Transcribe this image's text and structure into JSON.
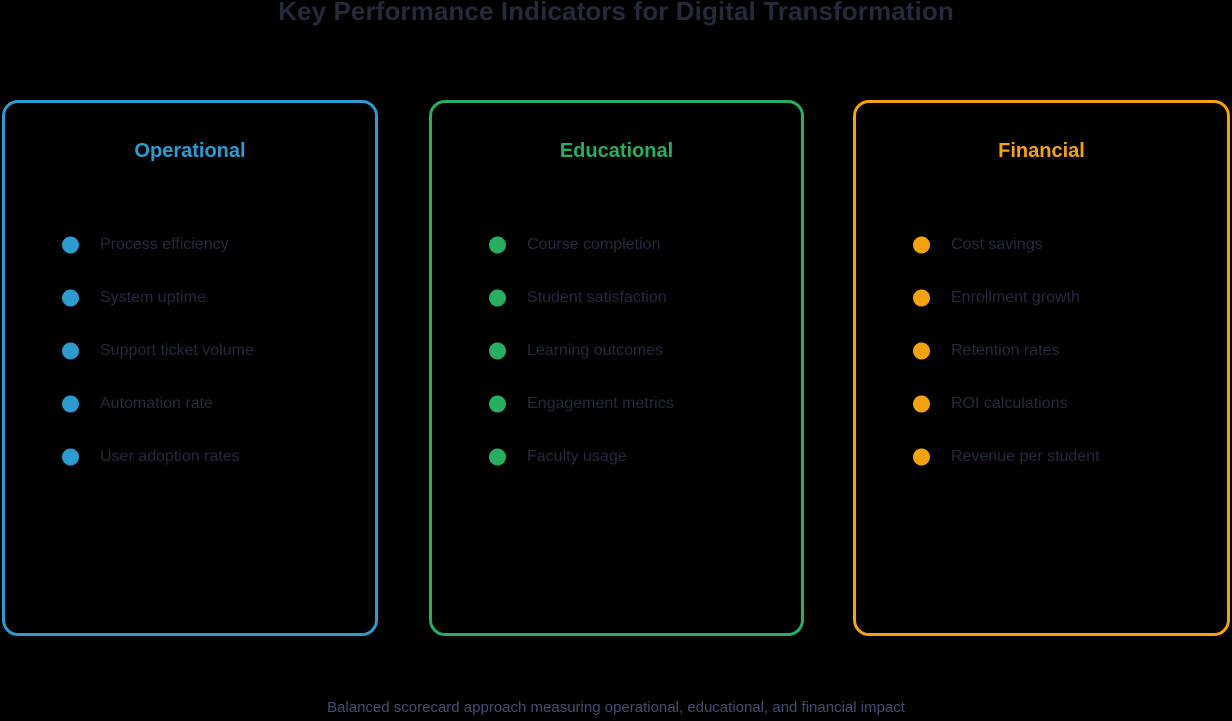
{
  "title": "Key Performance Indicators for Digital Transformation",
  "footer": "Balanced scorecard approach measuring operational, educational, and financial impact",
  "colors": {
    "title_text": "#232a3c",
    "item_text": "#232a3c",
    "footer_text": "#434d72",
    "background": "#000000",
    "operational": "#2e9bd0",
    "educational": "#27ae60",
    "financial": "#f5a20f"
  },
  "cards": [
    {
      "title": "Operational",
      "accent": "#2e9bd0",
      "items": [
        "Process efficiency",
        "System uptime",
        "Support ticket volume",
        "Automation rate",
        "User adoption rates"
      ]
    },
    {
      "title": "Educational",
      "accent": "#27ae60",
      "items": [
        "Course completion",
        "Student satisfaction",
        "Learning outcomes",
        "Engagement metrics",
        "Faculty usage"
      ]
    },
    {
      "title": "Financial",
      "accent": "#f5a20f",
      "items": [
        "Cost savings",
        "Enrollment growth",
        "Retention rates",
        "ROI calculations",
        "Revenue per student"
      ]
    }
  ]
}
